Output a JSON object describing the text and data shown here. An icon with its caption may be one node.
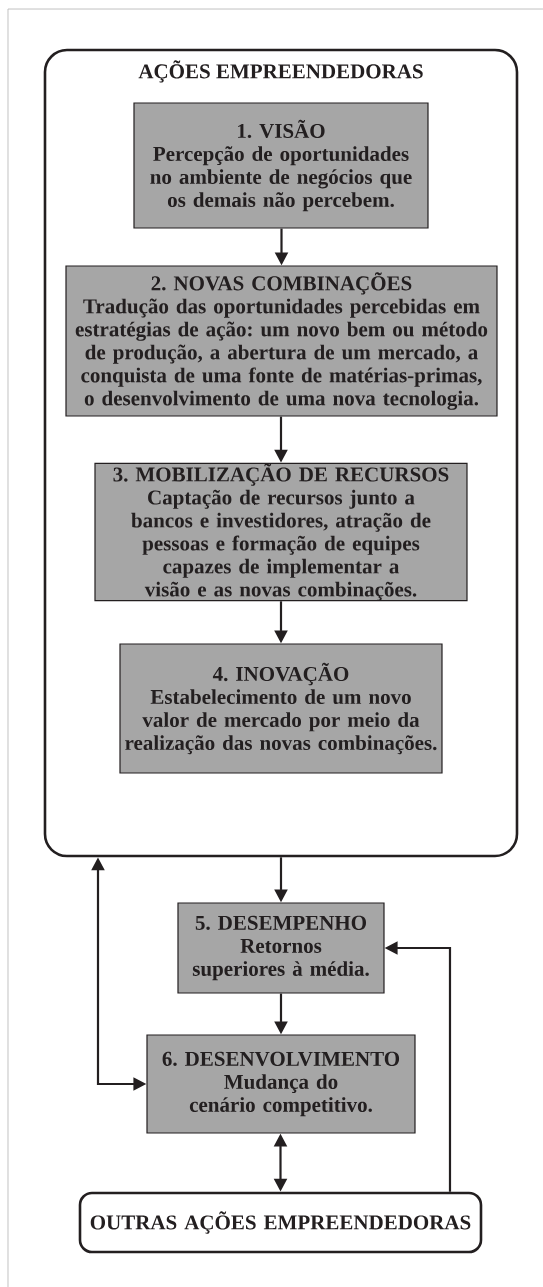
{
  "diagram": {
    "nodes": [
      {
        "text": [
          "AÇÕES EMPREENDEDORAS"
        ]
      },
      {
        "text": [
          "1. VISÃO",
          "Percepção de oportunidades no ambiente de negócios que os demais não percebem."
        ],
        "in": 0
      },
      {
        "text": [
          "2. NOVAS COMBINAÇÕES",
          "Tradução das oportunidades percebidas em estratégias de ação: um novo bem ou método de produção, a abertura de um mercado, a conquista de uma fonte de matérias-primas, o desenvolvimento de uma nova tecnologia."
        ],
        "in": 0
      },
      {
        "text": [
          "3. MOBILIZAÇÃO DE RECURSOS",
          "Captação de recursos junto a bancos e investidores, atração de pessoas e formação de equipes capazes de implementar a visão e as novas combinações."
        ],
        "in": 0
      },
      {
        "text": [
          "4. INOVAÇÃO",
          "Estabelecimento de um novo valor de mercado por meio da realização das novas combinações."
        ],
        "in": 0
      },
      {
        "text": [
          "5. DESEMPENHO",
          "Retornos superiores à média."
        ]
      },
      {
        "text": [
          "6. DESENVOLVIMENTO",
          "Mudança do cenário competitivo."
        ]
      },
      {
        "text": [
          "OUTRAS AÇÕES EMPREENDEDORAS"
        ]
      }
    ],
    "edges": [
      {
        "from": 1,
        "to": 2,
        "arrow": "to"
      },
      {
        "from": 2,
        "to": 3,
        "arrow": "to"
      },
      {
        "from": 3,
        "to": 4,
        "arrow": "to"
      },
      {
        "from": 0,
        "to": 5,
        "arrow": "to"
      },
      {
        "from": 5,
        "to": 6,
        "arrow": "to"
      },
      {
        "from": 6,
        "to": 0,
        "arrow": "both"
      },
      {
        "from": 6,
        "to": 7,
        "arrow": "both"
      },
      {
        "from": 7,
        "to": 5,
        "arrow": "to"
      }
    ]
  }
}
